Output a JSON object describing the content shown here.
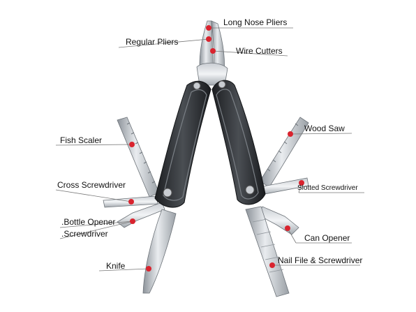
{
  "colors": {
    "accent": "#d9232e",
    "leader": "#777777",
    "text": "#111111"
  },
  "labels": {
    "long_nose_pliers": "Long Nose Pliers",
    "regular_pliers": "Regular Pliers",
    "wire_cutters": "Wire Cutters",
    "fish_scaler": "Fish Scaler",
    "wood_saw": "Wood Saw",
    "cross_screwdriver": "Cross Screwdriver",
    "slotted_screwdriver": "Slotted Screwdriver",
    "bottle_opener": ".Bottle Opener",
    "screwdriver": ".Screwdriver",
    "can_opener": "Can Opener",
    "knife": "Knife",
    "nail_file": "Nail File & Screwdriver"
  }
}
